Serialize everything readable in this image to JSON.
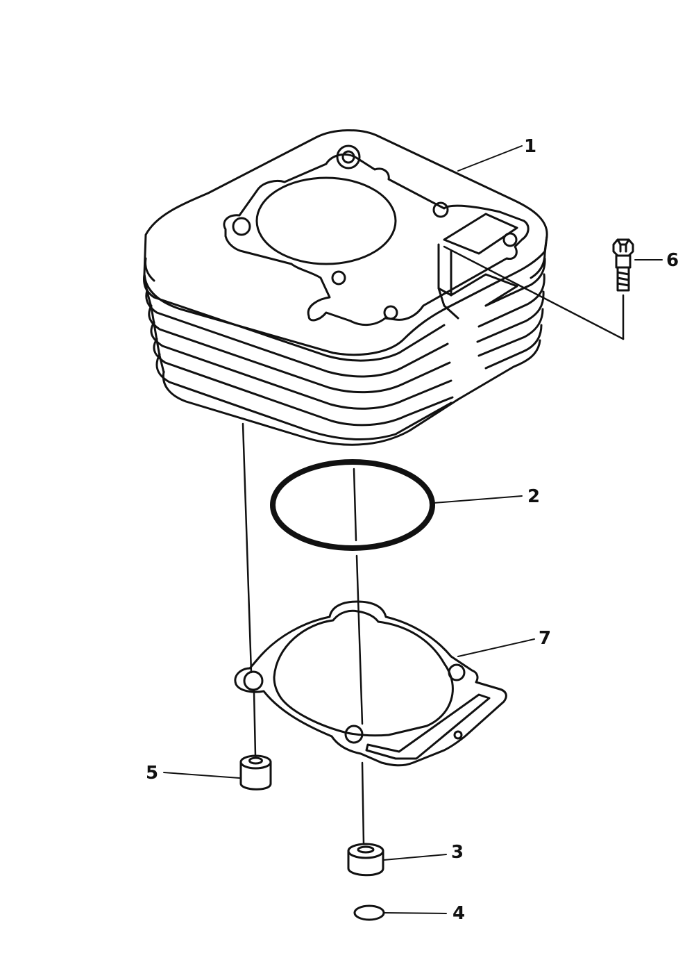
{
  "callouts": {
    "c1": "1",
    "c2": "2",
    "c3": "3",
    "c4": "4",
    "c5": "5",
    "c6": "6",
    "c7": "7"
  },
  "parts": {
    "cylinder": "cylinder-icon",
    "o_ring_large": "o-ring-icon",
    "dowel_pin_right": "dowel-pin-icon",
    "o_ring_small": "o-ring-icon",
    "dowel_pin_left": "dowel-pin-icon",
    "bolt": "bolt-icon",
    "base_gasket": "gasket-icon"
  },
  "colors": {
    "ink": "#111111",
    "paper": "#ffffff"
  }
}
